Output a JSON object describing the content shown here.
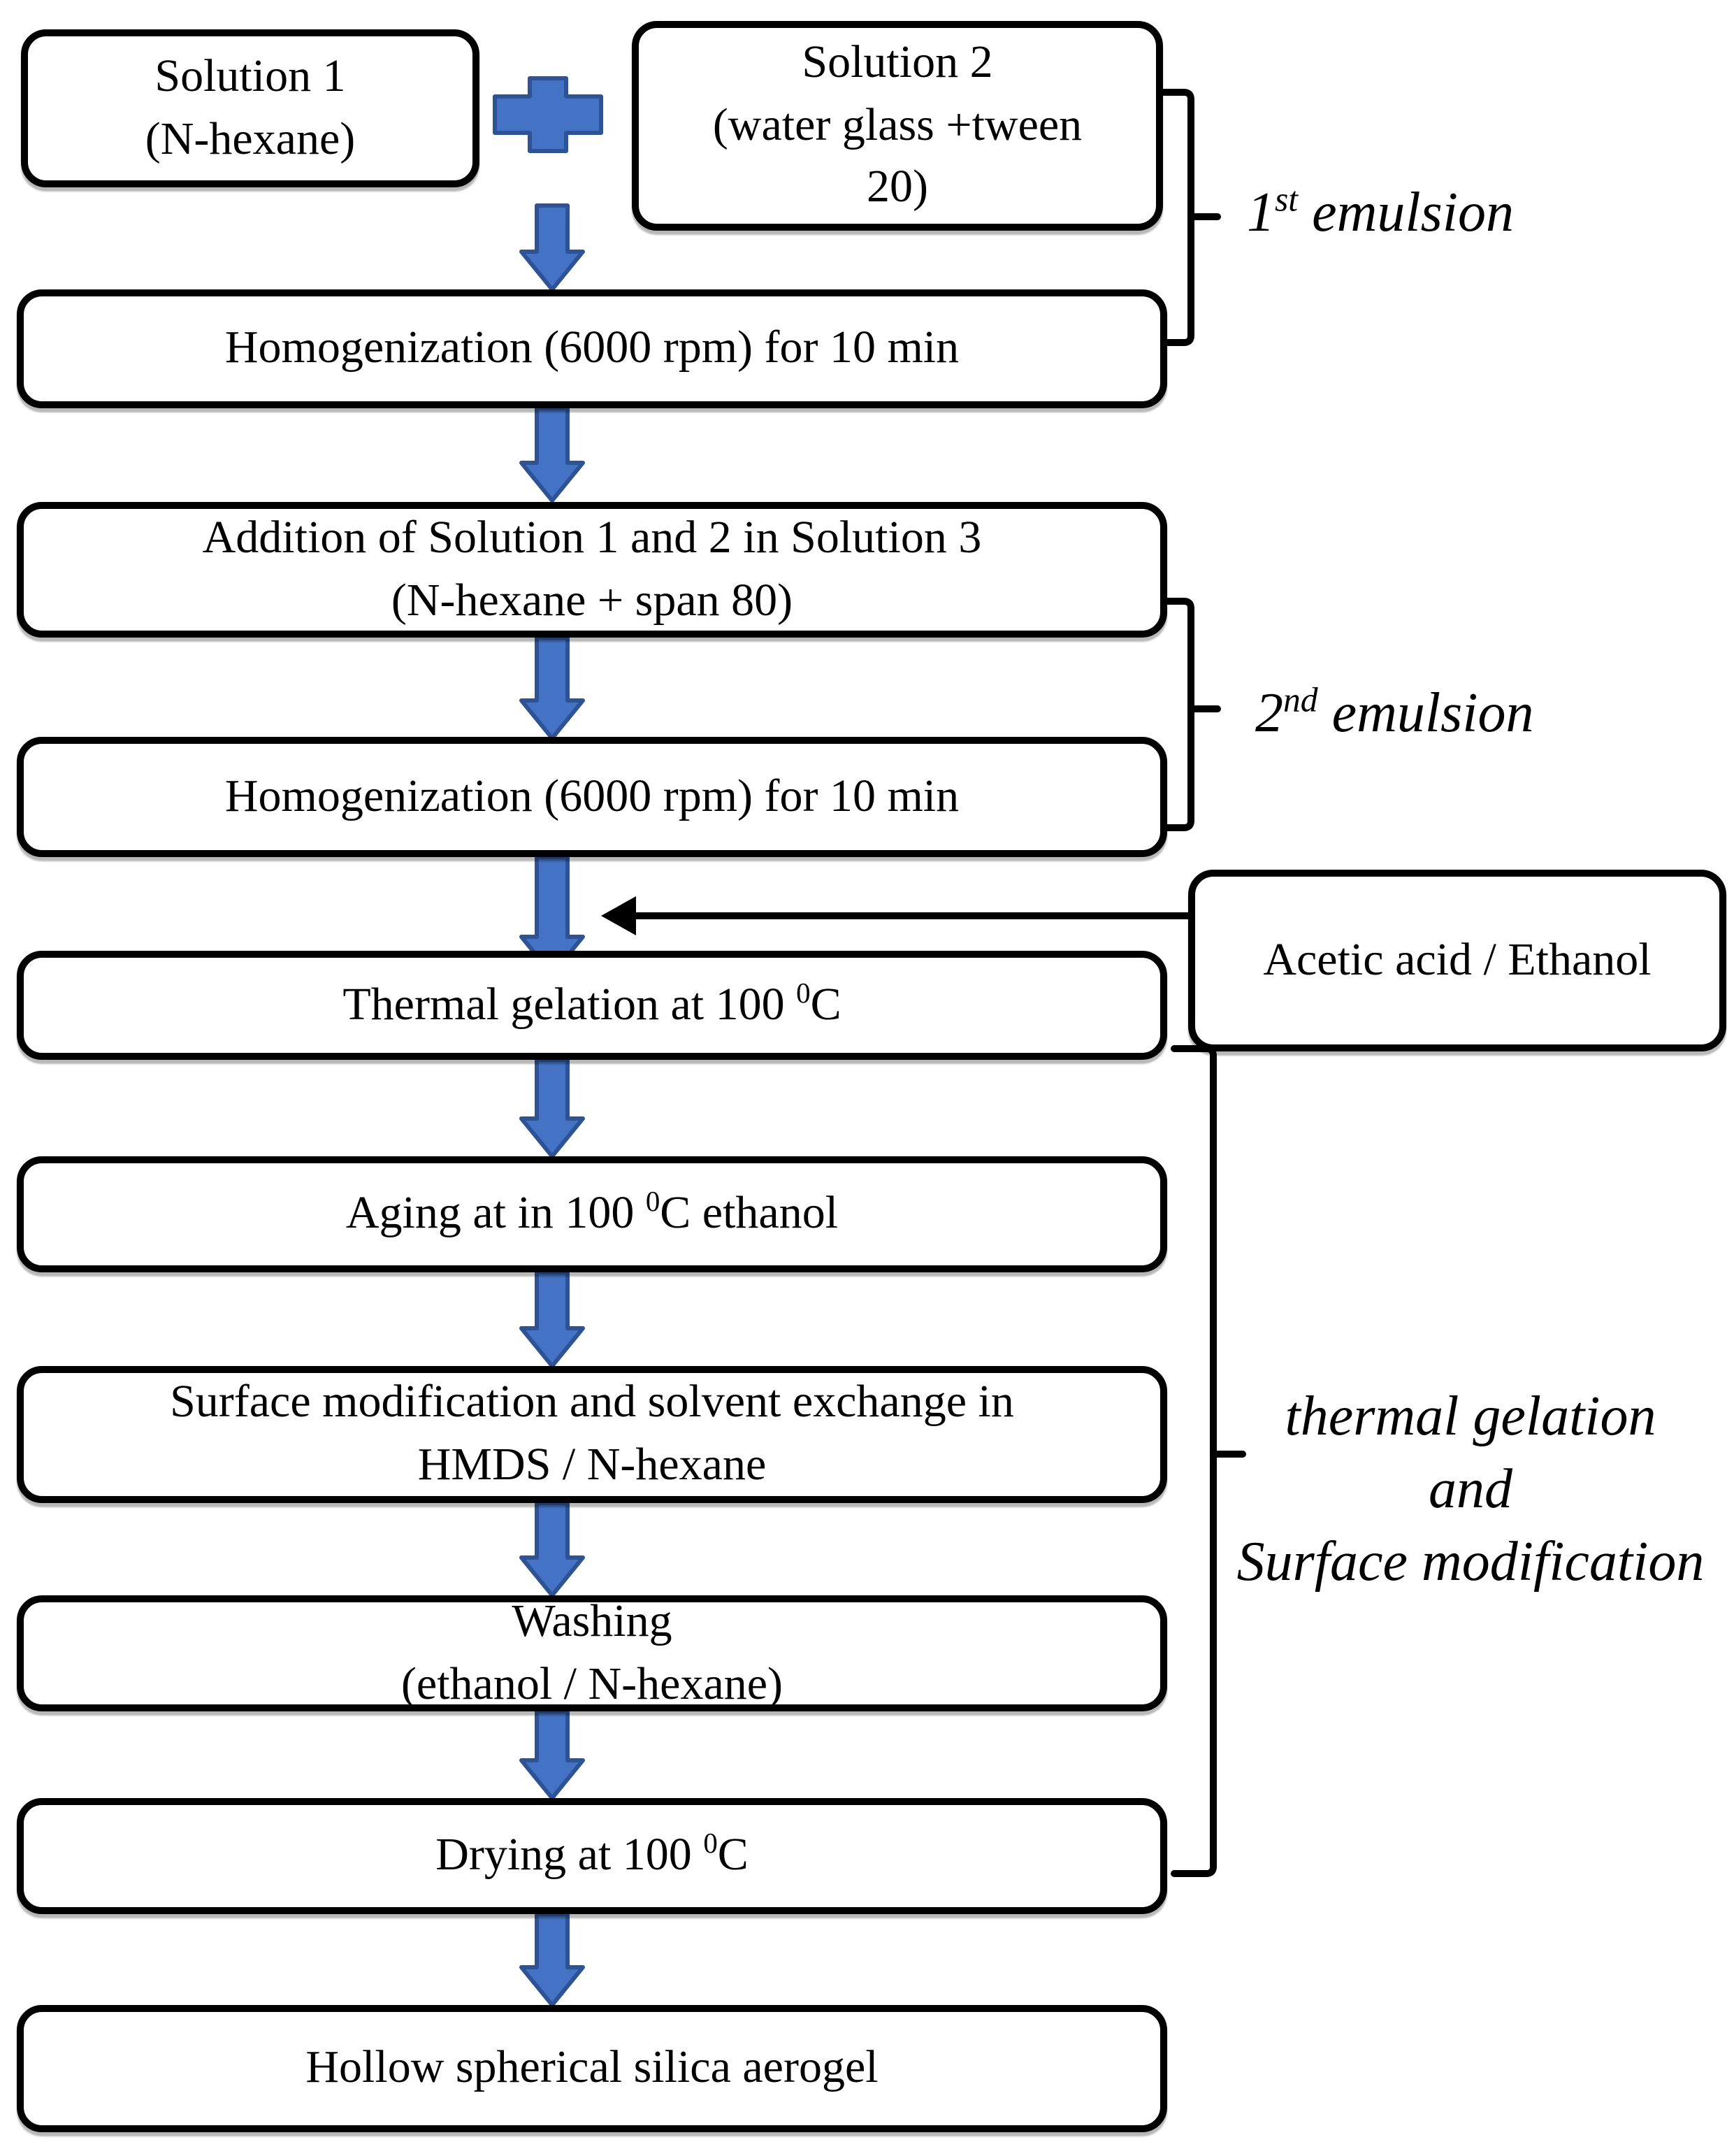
{
  "boxes": {
    "solution1": {
      "line1": "Solution 1",
      "line2": "(N-hexane)"
    },
    "solution2": {
      "line1": "Solution 2",
      "line2": "(water glass +tween",
      "line3": "20)"
    },
    "homogenization1": {
      "line1": "Homogenization (6000 rpm) for 10 min"
    },
    "addition": {
      "line1": "Addition of Solution 1 and 2 in Solution 3",
      "line2": "(N-hexane + span 80)"
    },
    "homogenization2": {
      "line1": "Homogenization (6000 rpm) for 10 min"
    },
    "acetic_acid": {
      "line1": "Acetic acid / Ethanol"
    },
    "thermal_gelation": {
      "prefix": "Thermal gelation at 100 ",
      "sup": "0",
      "suffix": "C"
    },
    "aging": {
      "prefix": "Aging at in 100 ",
      "sup": "0",
      "suffix": "C ethanol"
    },
    "surface_modification": {
      "line1": "Surface modification and solvent exchange in",
      "line2": "HMDS / N-hexane"
    },
    "washing": {
      "line1": "Washing",
      "line2": "(ethanol / N-hexane)"
    },
    "drying": {
      "prefix": "Drying at 100 ",
      "sup": "0",
      "suffix": "C"
    },
    "final_product": {
      "line1": "Hollow spherical silica aerogel"
    }
  },
  "labels": {
    "first_emulsion": {
      "base": "1",
      "sup": "st",
      "rest": " emulsion"
    },
    "second_emulsion": {
      "base": "2",
      "sup": "nd",
      "rest": " emulsion"
    },
    "stage3": {
      "line1": "thermal gelation",
      "line2": "and",
      "line3": "Surface modification"
    }
  },
  "colors": {
    "arrow_fill": "#4472c4",
    "arrow_stroke": "#2e5395",
    "line": "#000000",
    "box_fill": "#ffffff"
  }
}
